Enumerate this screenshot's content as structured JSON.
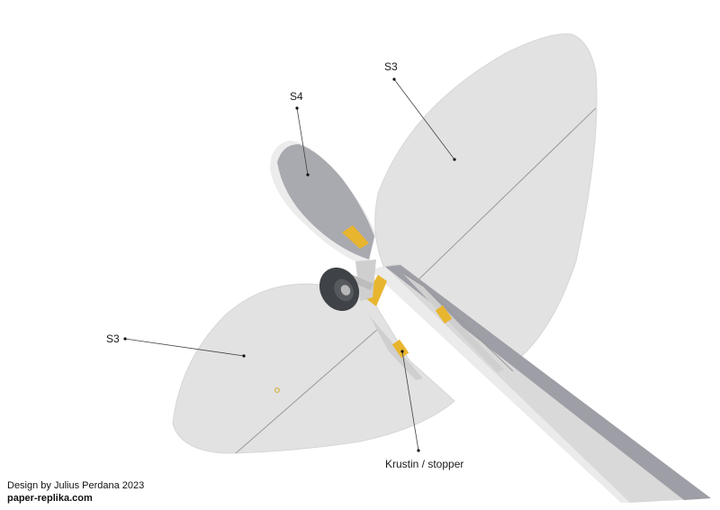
{
  "labels": {
    "s3_right": "S3",
    "s4": "S4",
    "s3_left": "S3",
    "krustin": "Krustin / stopper"
  },
  "credits": {
    "line1": "Design by Julius Perdana 2023",
    "line2": "paper-replika.com"
  },
  "colors": {
    "part_light": "#e2e2e2",
    "part_edge": "#c9c9c9",
    "part_dark": "#a9a9b0",
    "fuselage": "#d9d9d9",
    "fuselage_dark": "#9e9ea6",
    "accent_yellow": "#e8b52f",
    "wheel": "#3f4247"
  }
}
